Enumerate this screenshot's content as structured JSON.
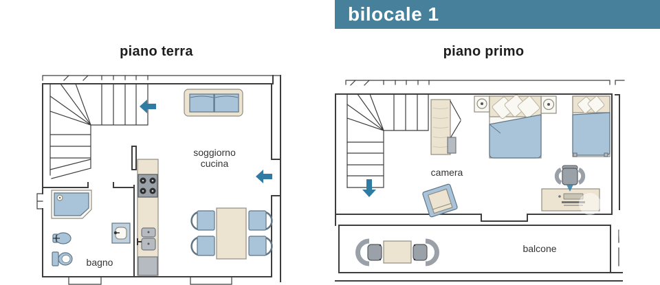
{
  "header": {
    "title": "bilocale 1"
  },
  "plans": [
    {
      "title": "piano terra",
      "labels": {
        "living_line1": "soggiorno",
        "living_line2": "cucina",
        "bathroom": "bagno"
      },
      "furniture": [
        "staircase",
        "sofa",
        "kitchen-unit",
        "stove",
        "kitchen-sink",
        "fridge",
        "dining-table",
        "dining-chairs",
        "shower",
        "bidet",
        "toilet",
        "washbasin"
      ],
      "arrows": [
        "entry-door-arrow-left",
        "stair-arrow-left"
      ]
    },
    {
      "title": "piano primo",
      "labels": {
        "bedroom": "camera",
        "balcony": "balcone"
      },
      "furniture": [
        "staircase",
        "wardrobe",
        "double-bed",
        "nightstand-left",
        "nightstand-right",
        "single-bed",
        "armchair",
        "desk",
        "office-chair",
        "balcony-table",
        "balcony-chairs"
      ],
      "arrows": [
        "stair-arrow-down"
      ]
    }
  ],
  "colors": {
    "header_bg": "#46809b",
    "header_text": "#ffffff",
    "wall": "#3d3d3d",
    "arrow": "#2e7ba3",
    "furniture_blue": "#a9c4d9",
    "furniture_beige": "#ece4d1",
    "furniture_gray": "#a7adb3",
    "label_text": "#333333"
  }
}
